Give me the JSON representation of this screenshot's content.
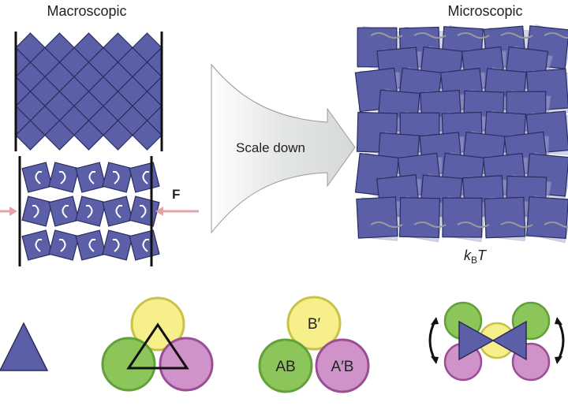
{
  "labels": {
    "macroscopic": "Macroscopic",
    "microscopic": "Microscopic",
    "force": "F",
    "scale_down": "Scale down",
    "kbt_k": "k",
    "kbt_sub": "B",
    "kbt_t": "T",
    "circle_top": "B′",
    "circle_left": "AB",
    "circle_right": "A′B"
  },
  "colors": {
    "tile": "#5b5fa8",
    "tile_stroke": "#2a2d5e",
    "green": "#8cc55a",
    "green_stroke": "#62a13a",
    "yellow": "#f6ef8a",
    "yellow_stroke": "#c9c24a",
    "purple": "#cf92c9",
    "purple_stroke": "#9b4d96",
    "force_arrow": "#e3a3aa"
  },
  "icons": [
    "rotation-arrow-icon",
    "force-arrow-icon",
    "curved-double-arrow-icon"
  ]
}
